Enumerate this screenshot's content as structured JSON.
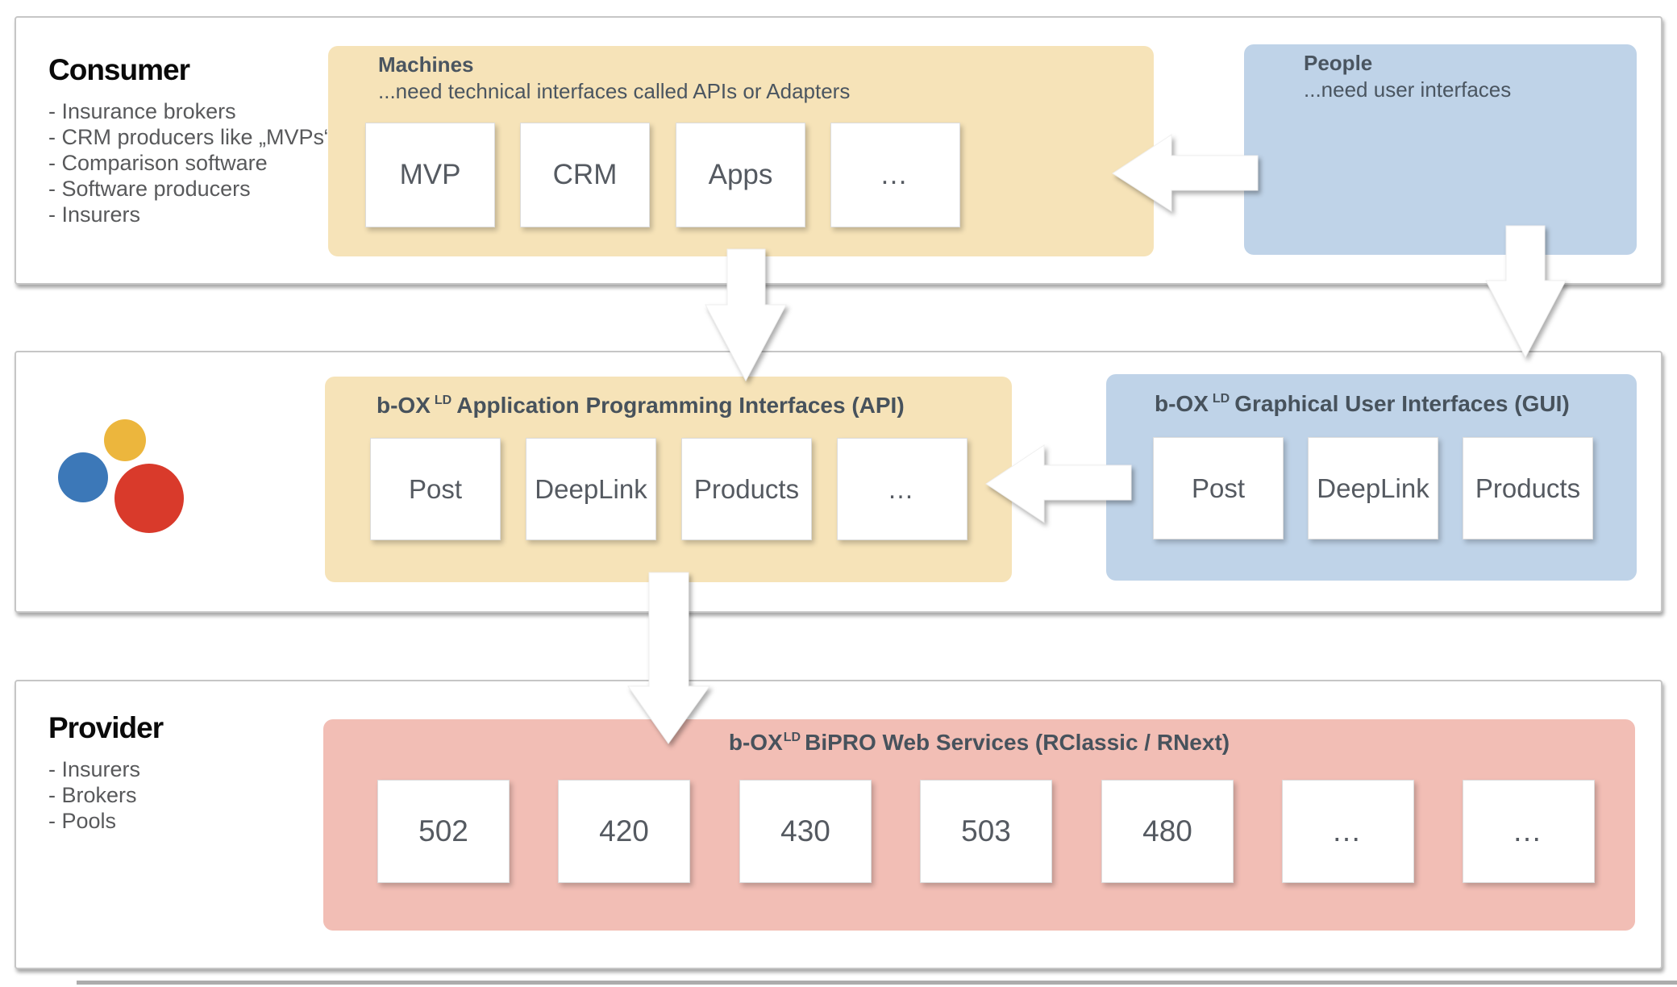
{
  "consumer": {
    "title": "Consumer",
    "items": [
      "- Insurance brokers",
      "- CRM producers like „MVPs“",
      "- Comparison software",
      "- Software producers",
      "- Insurers"
    ]
  },
  "machines": {
    "title": "Machines",
    "subtitle": "...need technical interfaces called APIs or Adapters",
    "boxes": [
      "MVP",
      "CRM",
      "Apps",
      "…"
    ]
  },
  "people": {
    "title": "People",
    "subtitle": "...need user interfaces"
  },
  "api": {
    "brand": "b-OX",
    "sup": "LD",
    "title": "Application Programming Interfaces (API)",
    "boxes": [
      "Post",
      "DeepLink",
      "Products",
      "…"
    ]
  },
  "gui": {
    "brand": "b-OX",
    "sup": "LD",
    "title": "Graphical User Interfaces (GUI)",
    "boxes": [
      "Post",
      "DeepLink",
      "Products"
    ]
  },
  "provider": {
    "title": "Provider",
    "items": [
      "- Insurers",
      "- Brokers",
      "- Pools"
    ]
  },
  "bipro": {
    "brand": "b-OX",
    "sup": "LD",
    "title": "BiPRO Web Services (RClassic / RNext)",
    "boxes": [
      "502",
      "420",
      "430",
      "503",
      "480",
      "…",
      "…"
    ]
  },
  "logo": {
    "circle_colors": {
      "blue": "#3C78B8",
      "yellow": "#ECB63D",
      "red": "#D93A2B"
    }
  },
  "palette": {
    "machines_api_fill": "#F6E3B8",
    "people_gui_fill": "#BFD3E8",
    "bipro_fill": "#F2BEB5",
    "heading_text": "#47525C",
    "body_text": "#58595B"
  }
}
